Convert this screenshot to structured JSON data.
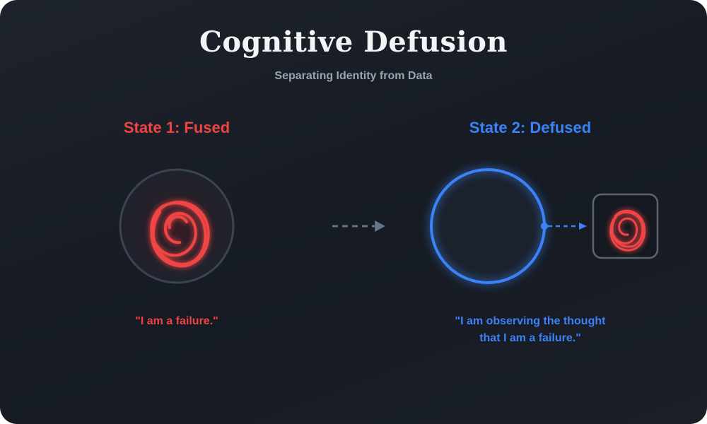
{
  "title": "Cognitive Defusion",
  "subtitle": "Separating Identity from Data",
  "states": [
    {
      "label": "State 1: Fused",
      "quote": "\"I am a failure.\"",
      "color": "#ef4444"
    },
    {
      "label": "State 2: Defused",
      "quote_lines": [
        "\"I am observing the thought",
        "that I am a failure.\""
      ],
      "color": "#3b82f6"
    }
  ],
  "colors": {
    "background": "#181d25",
    "fused_red": "#ef4444",
    "defused_blue": "#3b82f6",
    "neutral_gray": "#64748b",
    "title_text": "#f3f4f6",
    "subtitle_text": "#9aa3b1"
  },
  "icons": {
    "thought": "scribble-icon",
    "transition": "dashed-arrow-icon",
    "observer": "ring-icon"
  }
}
